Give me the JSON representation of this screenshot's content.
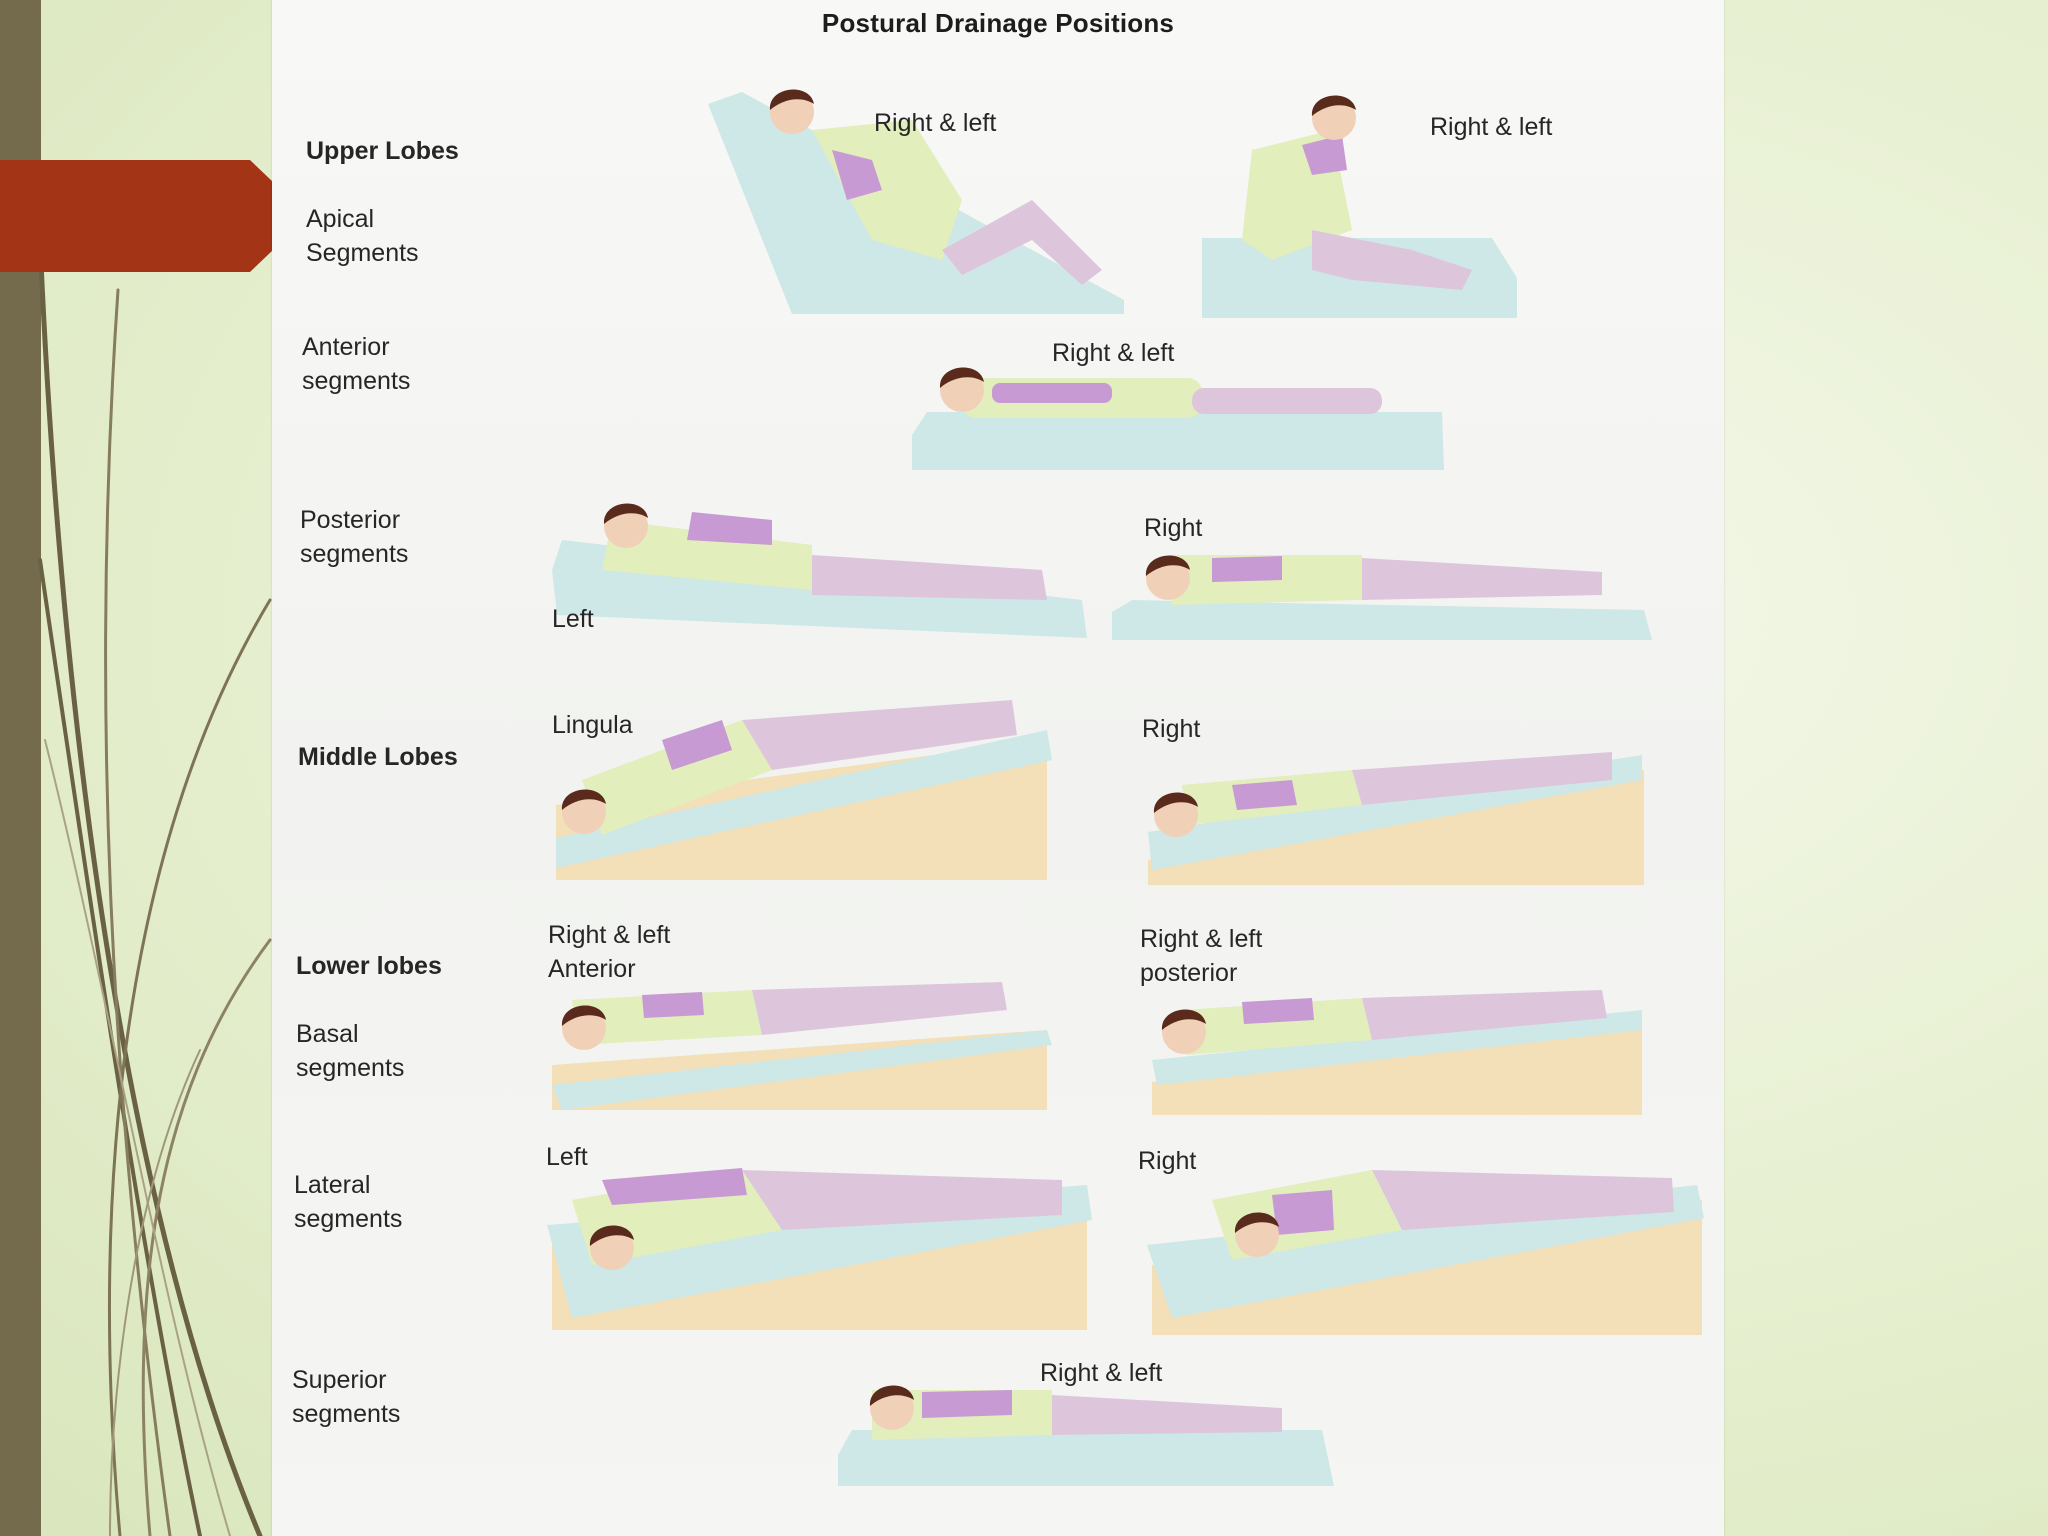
{
  "figure": {
    "title": "Postural Drainage Positions",
    "rows": {
      "upper_lobes": {
        "heading": "Upper Lobes",
        "sub": "Apical\nSegments"
      },
      "anterior": {
        "sub": "Anterior\nsegments"
      },
      "posterior": {
        "sub": "Posterior\nsegments"
      },
      "middle_lobes": {
        "heading": "Middle Lobes"
      },
      "lower_lobes": {
        "heading": "Lower lobes",
        "sub": "Basal\nsegments"
      },
      "lateral": {
        "sub": "Lateral\nsegments"
      },
      "superior": {
        "sub": "Superior\nsegments"
      }
    },
    "positions": {
      "apical_1": "Right & left",
      "apical_2": "Right & left",
      "anterior": "Right & left",
      "posterior_left": "Left",
      "posterior_right": "Right",
      "lingula": "Lingula",
      "middle_right": "Right",
      "basal_anterior": "Right & left\nAnterior",
      "basal_posterior": "Right & left\nposterior",
      "lateral_left": "Left",
      "lateral_right": "Right",
      "superior": "Right & left"
    }
  },
  "colors": {
    "slide_bar": "#746a4c",
    "accent_tab": "#a33416",
    "mat": "#cde8e6",
    "wedge": "#f3dfb8",
    "shirt": "#e2eebb",
    "pants": "#ddc6dc",
    "lung_highlight": "#c79ad4",
    "hair": "#5a2a1c",
    "skin": "#f1d0b8"
  }
}
